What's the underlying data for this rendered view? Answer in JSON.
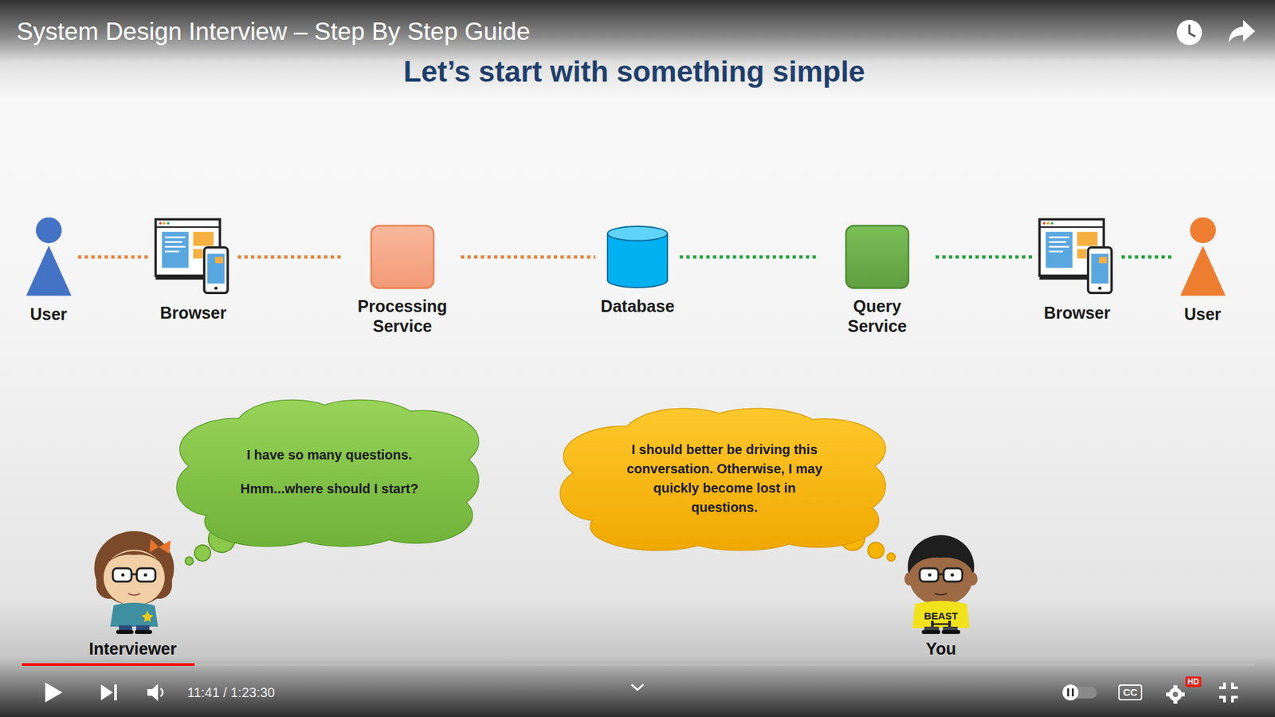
{
  "diagram": {
    "title": "Let’s start with something simple",
    "nodes": [
      {
        "text": [
          "User"
        ]
      },
      {
        "text": [
          "Browser"
        ]
      },
      {
        "text": [
          "Processing Service"
        ]
      },
      {
        "text": [
          "Database"
        ]
      },
      {
        "text": [
          "Query Service"
        ]
      },
      {
        "text": [
          "Browser"
        ]
      },
      {
        "text": [
          "User"
        ]
      },
      {
        "text": [
          "I have so many questions.",
          "Hmm...where should I start?"
        ]
      },
      {
        "text": [
          "I should better be driving this conversation. Otherwise, I may quickly become lost in questions."
        ]
      }
    ],
    "edges": [
      {
        "from": 0,
        "to": 1,
        "arrow": "none"
      },
      {
        "from": 1,
        "to": 2,
        "arrow": "none"
      },
      {
        "from": 2,
        "to": 3,
        "arrow": "none"
      },
      {
        "from": 3,
        "to": 4,
        "arrow": "none"
      },
      {
        "from": 4,
        "to": 5,
        "arrow": "none"
      },
      {
        "from": 5,
        "to": 6,
        "arrow": "none"
      }
    ],
    "labels": [
      "System Design Interview – Step By Step Guide",
      "Interviewer",
      "You",
      "BEAST",
      "11:41 / 1:23:30",
      "CC",
      "HD"
    ]
  }
}
